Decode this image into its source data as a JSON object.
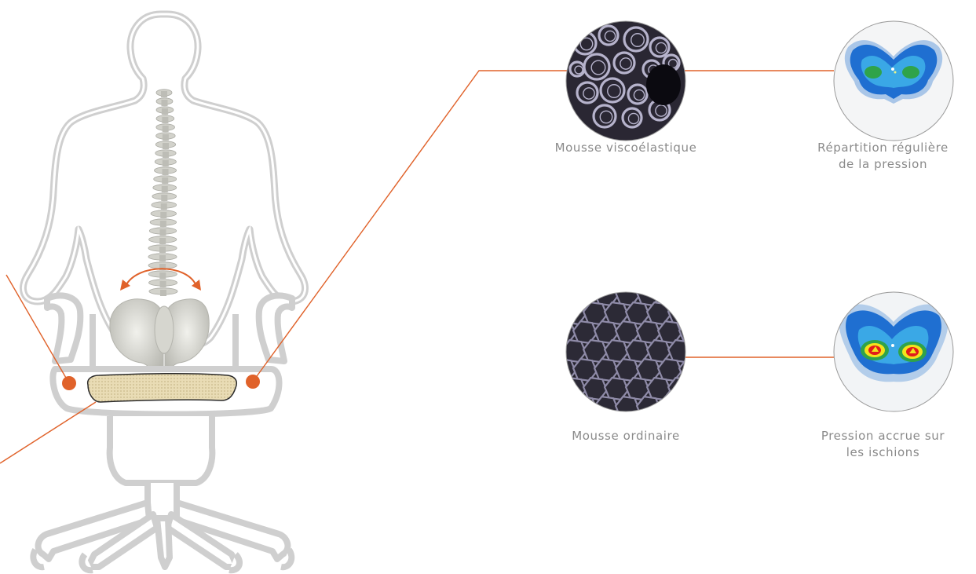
{
  "colors": {
    "accent": "#e0622a",
    "outline": "#cfcfcf",
    "bone": "#d8d8d2",
    "cushion": "#e6d9b2",
    "caption": "#8a8a8a",
    "foam_dark": "#2a2733",
    "foam_cell": "#9e9cb6",
    "map_blue": "#1f6fd1",
    "map_cyan": "#3aa8e6",
    "map_green": "#2fa34a",
    "map_yellow": "#f3e31c",
    "map_red": "#e21b1b"
  },
  "illustration": {
    "figure": "seated-person-back-view",
    "spine": "spine-icon",
    "pelvis": "pelvis-icon",
    "rotation_arrow": "curved-double-arrow-icon",
    "chair": "office-chair-icon",
    "cushion": "seat-cushion-icon"
  },
  "panels": {
    "visco": {
      "foam_icon": "viscoelastic-foam-micrograph",
      "map_icon": "even-pressure-map",
      "foam_label": "Mousse viscoélastique",
      "map_label_line1": "Répartition régulière",
      "map_label_line2": "de la pression"
    },
    "ordinary": {
      "foam_icon": "ordinary-foam-micrograph",
      "map_icon": "ischial-pressure-map",
      "foam_label": "Mousse ordinaire",
      "map_label_line1": "Pression accrue sur",
      "map_label_line2": "les ischions"
    }
  }
}
